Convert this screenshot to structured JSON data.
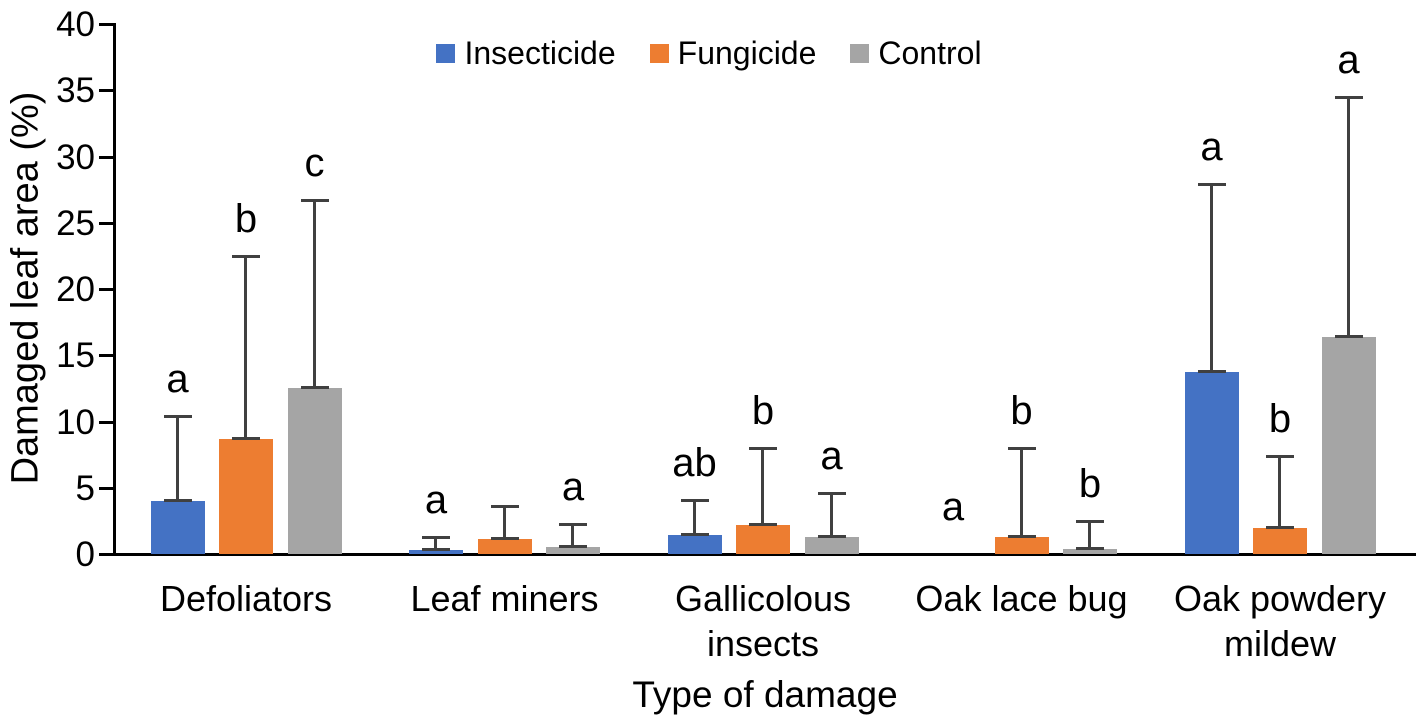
{
  "chart_data": {
    "type": "bar",
    "title": "",
    "xlabel": "Type of damage",
    "ylabel": "Damaged leaf area (%)",
    "ylim": [
      0,
      40
    ],
    "ytick_step": 5,
    "ytick_labels": [
      "0",
      "5",
      "10",
      "15",
      "20",
      "25",
      "30",
      "35",
      "40"
    ],
    "grid": false,
    "legend_position": "top-center",
    "categories": [
      "Defoliators",
      "Leaf miners",
      "Gallicolous insects",
      "Oak lace bug",
      "Oak powdery mildew"
    ],
    "series": [
      {
        "name": "Insecticide",
        "color": "#4472C4",
        "values": [
          4.0,
          0.3,
          1.4,
          0,
          13.7
        ],
        "error_plus": [
          6.4,
          1.0,
          2.7,
          0,
          14.2
        ],
        "sig_letters": [
          "a",
          "a",
          "ab",
          "a",
          "a"
        ]
      },
      {
        "name": "Fungicide",
        "color": "#ED7D31",
        "values": [
          8.7,
          1.1,
          2.2,
          1.3,
          2.0
        ],
        "error_plus": [
          13.8,
          2.5,
          5.8,
          6.7,
          5.4
        ],
        "sig_letters": [
          "b",
          "",
          "b",
          "b",
          "b"
        ]
      },
      {
        "name": "Control",
        "color": "#A5A5A5",
        "values": [
          12.5,
          0.5,
          1.3,
          0.4,
          16.4
        ],
        "error_plus": [
          14.2,
          1.8,
          3.3,
          2.1,
          18.1
        ],
        "sig_letters": [
          "c",
          "a",
          "a",
          "b",
          "a"
        ]
      }
    ],
    "error_bar_color": "#404040",
    "axis_color": "#000000",
    "text_color": "#000000"
  }
}
